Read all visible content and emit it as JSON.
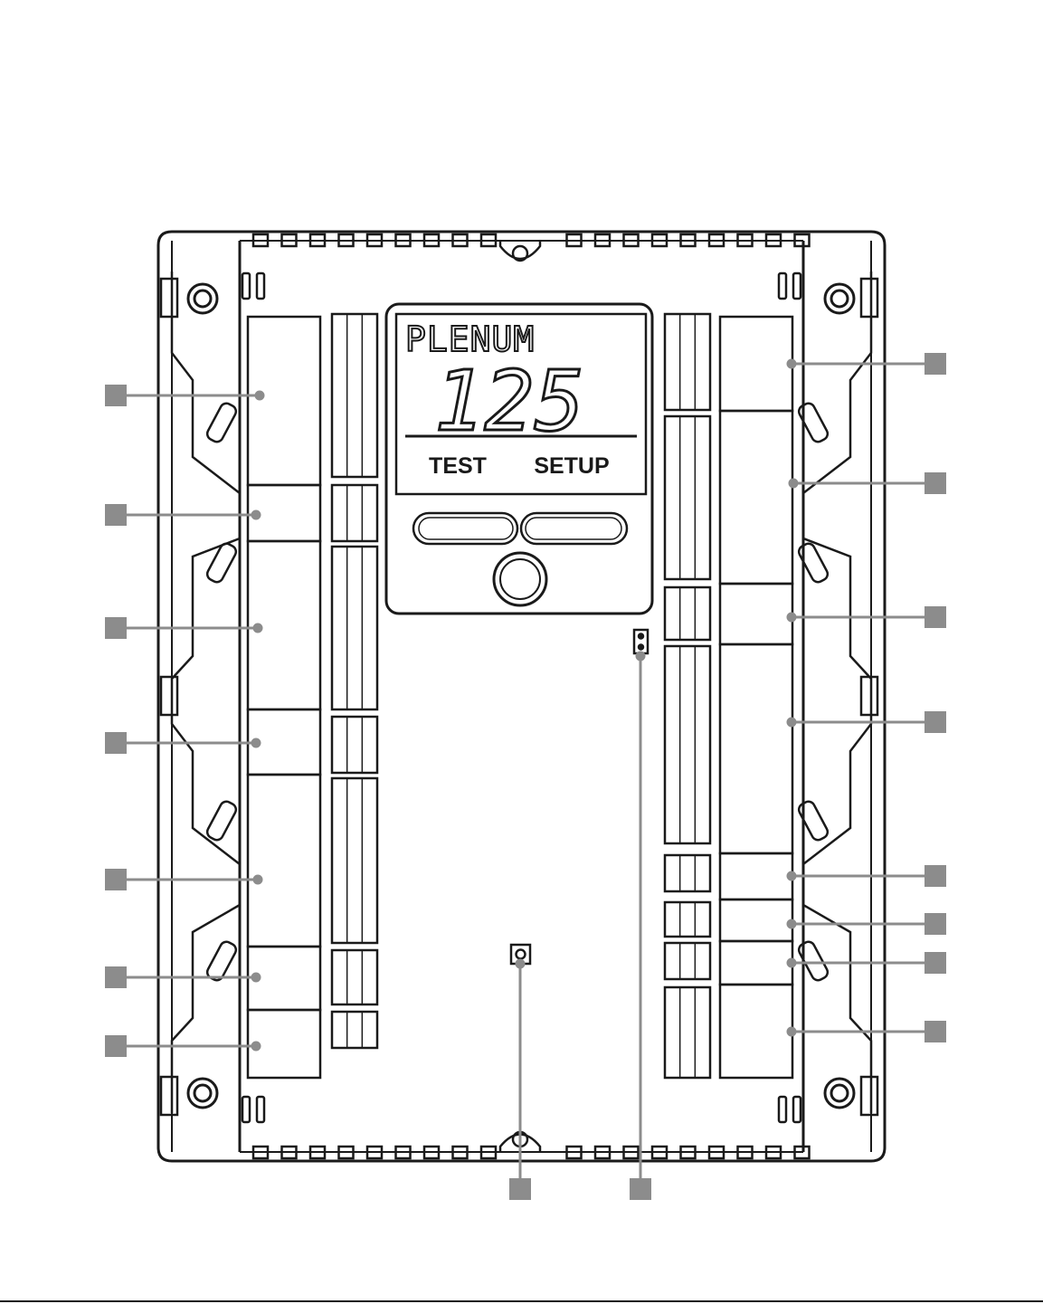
{
  "lcd": {
    "mode_label": "PLENUM",
    "value": "125",
    "left_button_label": "TEST",
    "right_button_label": "SETUP"
  },
  "colors": {
    "stroke": "#1a1a1a",
    "callout": "#8c8c8c",
    "background": "#ffffff"
  },
  "callouts": {
    "left_count": 7,
    "right_count": 8,
    "bottom_count": 2,
    "marker_shape": "square"
  }
}
